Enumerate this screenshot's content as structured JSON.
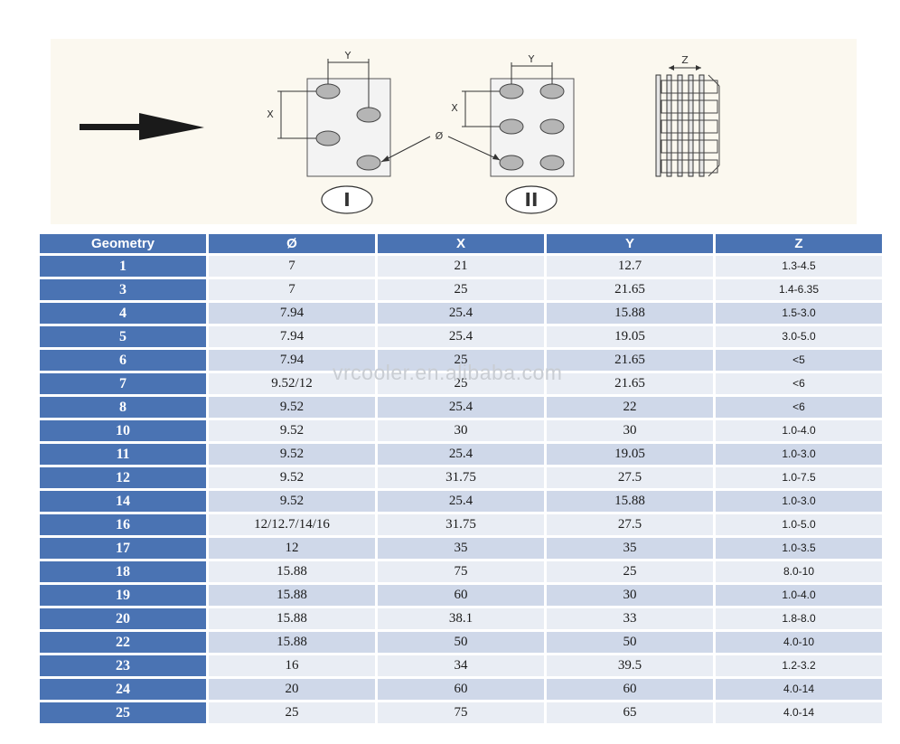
{
  "diagram": {
    "label_x": "X",
    "label_y": "Y",
    "label_z": "Z",
    "label_dia": "Ø",
    "label_type1": "I",
    "label_type2": "II"
  },
  "watermark": "vrcooler.en.alibaba.com",
  "table": {
    "headers": [
      "Geometry",
      "Ø",
      "X",
      "Y",
      "Z"
    ],
    "rows": [
      [
        "1",
        "7",
        "21",
        "12.7",
        "1.3-4.5"
      ],
      [
        "3",
        "7",
        "25",
        "21.65",
        "1.4-6.35"
      ],
      [
        "4",
        "7.94",
        "25.4",
        "15.88",
        "1.5-3.0"
      ],
      [
        "5",
        "7.94",
        "25.4",
        "19.05",
        "3.0-5.0"
      ],
      [
        "6",
        "7.94",
        "25",
        "21.65",
        "<5"
      ],
      [
        "7",
        "9.52/12",
        "25",
        "21.65",
        "<6"
      ],
      [
        "8",
        "9.52",
        "25.4",
        "22",
        "<6"
      ],
      [
        "10",
        "9.52",
        "30",
        "30",
        "1.0-4.0"
      ],
      [
        "11",
        "9.52",
        "25.4",
        "19.05",
        "1.0-3.0"
      ],
      [
        "12",
        "9.52",
        "31.75",
        "27.5",
        "1.0-7.5"
      ],
      [
        "14",
        "9.52",
        "25.4",
        "15.88",
        "1.0-3.0"
      ],
      [
        "16",
        "12/12.7/14/16",
        "31.75",
        "27.5",
        "1.0-5.0"
      ],
      [
        "17",
        "12",
        "35",
        "35",
        "1.0-3.5"
      ],
      [
        "18",
        "15.88",
        "75",
        "25",
        "8.0-10"
      ],
      [
        "19",
        "15.88",
        "60",
        "30",
        "1.0-4.0"
      ],
      [
        "20",
        "15.88",
        "38.1",
        "33",
        "1.8-8.0"
      ],
      [
        "22",
        "15.88",
        "50",
        "50",
        "4.0-10"
      ],
      [
        "23",
        "16",
        "34",
        "39.5",
        "1.2-3.2"
      ],
      [
        "24",
        "20",
        "60",
        "60",
        "4.0-14"
      ],
      [
        "25",
        "25",
        "75",
        "65",
        "4.0-14"
      ]
    ]
  }
}
